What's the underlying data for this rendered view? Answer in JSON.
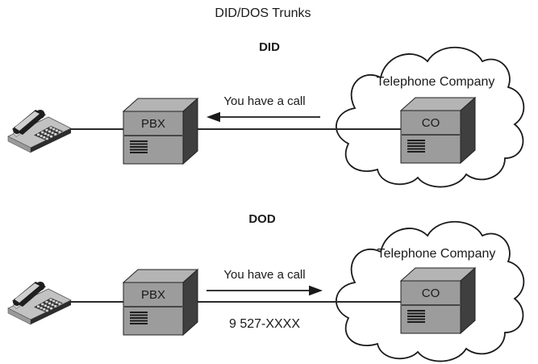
{
  "title": "DID/DOS Trunks",
  "colors": {
    "background": "#ffffff",
    "line": "#2a2a2a",
    "text": "#1a1a1a",
    "box_front": "#9c9c9c",
    "box_top": "#b4b4b4",
    "box_side": "#3f3f3f",
    "cloud_fill": "#ffffff",
    "cloud_stroke": "#1a1a1a"
  },
  "sections": [
    {
      "label": "DID",
      "message": "You have a call",
      "arrow_direction": "left",
      "pbx_label": "PBX",
      "cloud_label": "Telephone Company",
      "co_label": "CO"
    },
    {
      "label": "DOD",
      "message": "You have a call",
      "dial_string": "9 527-XXXX",
      "arrow_direction": "right",
      "pbx_label": "PBX",
      "cloud_label": "Telephone Company",
      "co_label": "CO"
    }
  ]
}
